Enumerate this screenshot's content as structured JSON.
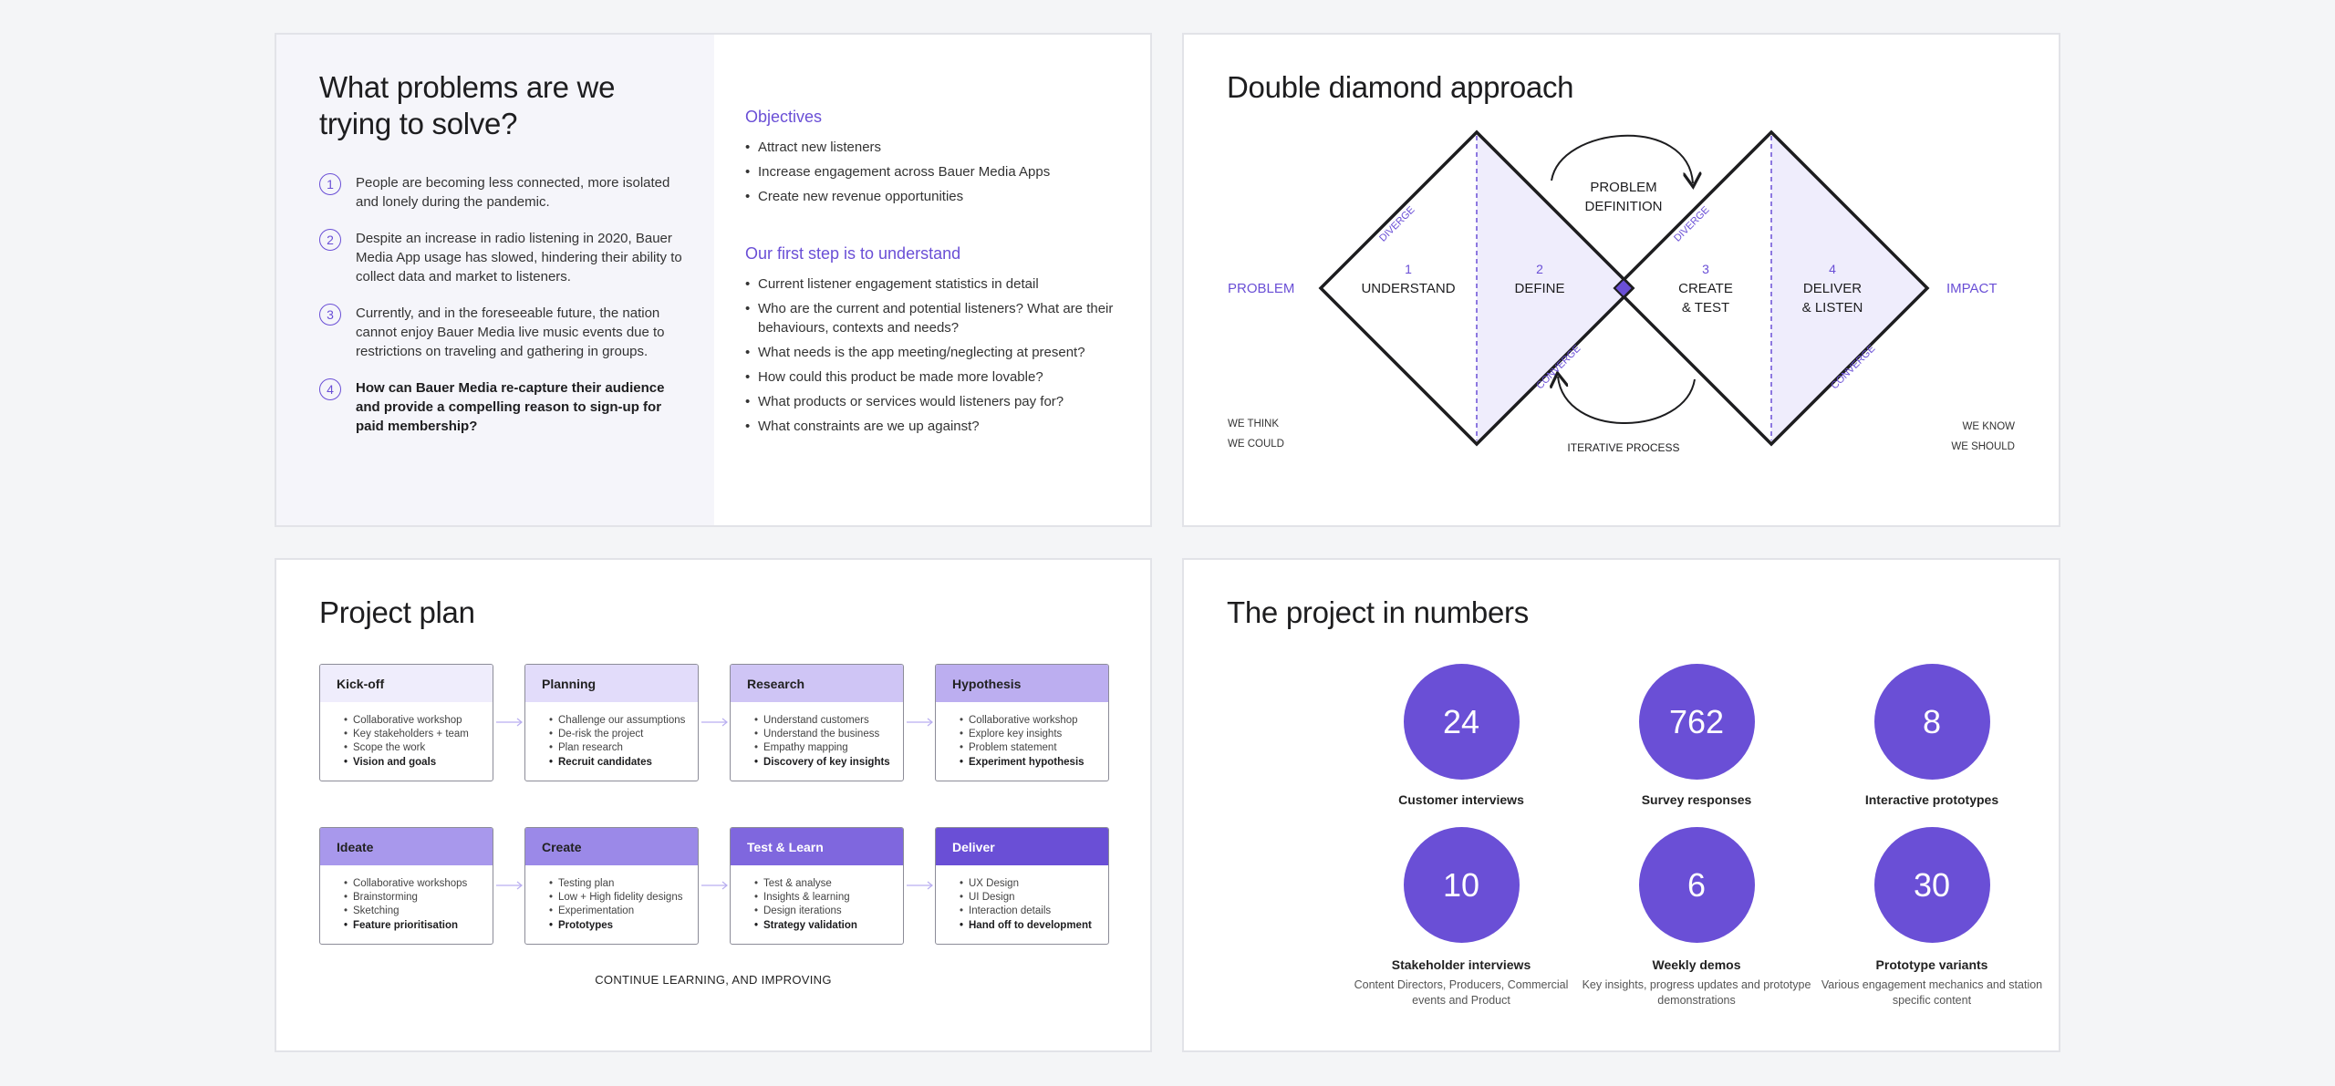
{
  "problems_card": {
    "title": "What problems are we trying to solve?",
    "items": [
      {
        "num": "1",
        "text": "People are becoming less connected, more isolated and lonely during the pandemic."
      },
      {
        "num": "2",
        "text": "Despite an increase in radio listening in 2020, Bauer Media App usage has slowed, hindering their ability to collect data and market to listeners."
      },
      {
        "num": "3",
        "text": "Currently, and in the foreseeable future, the nation cannot enjoy Bauer Media live music events due to restrictions on traveling and gathering in groups."
      },
      {
        "num": "4",
        "text": "How can Bauer Media re-capture their audience and provide a compelling reason to sign-up for paid membership?"
      }
    ],
    "objectives_title": "Objectives",
    "objectives": [
      "Attract new listeners",
      "Increase engagement across Bauer Media Apps",
      "Create new revenue opportunities"
    ],
    "first_step_title": "Our first step is to understand",
    "first_step": [
      "Current listener engagement statistics in detail",
      "Who are the current and potential listeners? What are their behaviours, contexts and needs?",
      "What needs is the app meeting/neglecting at present?",
      "How could this product be made more lovable?",
      "What products or services would listeners pay for?",
      "What constraints are we up against?"
    ]
  },
  "diamond_card": {
    "title": "Double diamond approach",
    "problem": "PROBLEM",
    "impact": "IMPACT",
    "we_think": "WE THINK",
    "we_could": "WE COULD",
    "we_know": "WE KNOW",
    "we_should": "WE SHOULD",
    "problem_definition_1": "PROBLEM",
    "problem_definition_2": "DEFINITION",
    "iterative_process": "ITERATIVE PROCESS",
    "diverge": "DIVERGE",
    "converge": "CONVERGE",
    "stages": [
      {
        "num": "1",
        "line1": "UNDERSTAND",
        "line2": ""
      },
      {
        "num": "2",
        "line1": "DEFINE",
        "line2": ""
      },
      {
        "num": "3",
        "line1": "CREATE",
        "line2": "& TEST"
      },
      {
        "num": "4",
        "line1": "DELIVER",
        "line2": "& LISTEN"
      }
    ],
    "colors": {
      "accent": "#6a4fd6",
      "fill": "#efedfc",
      "stroke": "#1d1d1f"
    }
  },
  "plan_card": {
    "title": "Project plan",
    "phases": [
      {
        "name": "Kick-off",
        "color": "#efedfc",
        "text_color": "#222222",
        "items": [
          "Collaborative workshop",
          "Key stakeholders + team",
          "Scope the work"
        ],
        "key": "Vision and goals"
      },
      {
        "name": "Planning",
        "color": "#e2dcfa",
        "text_color": "#222222",
        "items": [
          "Challenge our assumptions",
          "De-risk the project",
          "Plan research"
        ],
        "key": "Recruit candidates"
      },
      {
        "name": "Research",
        "color": "#cfc5f5",
        "text_color": "#222222",
        "items": [
          "Understand customers",
          "Understand the business",
          "Empathy mapping"
        ],
        "key": "Discovery of key insights"
      },
      {
        "name": "Hypothesis",
        "color": "#bcaef0",
        "text_color": "#222222",
        "items": [
          "Collaborative workshop",
          "Explore key insights",
          "Problem statement"
        ],
        "key": "Experiment hypothesis"
      },
      {
        "name": "Ideate",
        "color": "#a898ec",
        "text_color": "#222222",
        "items": [
          "Collaborative workshops",
          "Brainstorming",
          "Sketching"
        ],
        "key": "Feature prioritisation"
      },
      {
        "name": "Create",
        "color": "#9b89e8",
        "text_color": "#222222",
        "items": [
          "Testing plan",
          "Low + High fidelity designs",
          "Experimentation"
        ],
        "key": "Prototypes"
      },
      {
        "name": "Test & Learn",
        "color": "#7f67de",
        "text_color": "#ffffff",
        "items": [
          "Test & analyse",
          "Insights & learning",
          "Design iterations"
        ],
        "key": "Strategy validation"
      },
      {
        "name": "Deliver",
        "color": "#6a4fd6",
        "text_color": "#ffffff",
        "items": [
          "UX Design",
          "UI Design",
          "Interaction details"
        ],
        "key": "Hand off to development"
      }
    ],
    "footer": "CONTINUE LEARNING, AND IMPROVING"
  },
  "numbers_card": {
    "title": "The project in numbers",
    "stats": [
      {
        "value": "24",
        "label": "Customer interviews",
        "desc": ""
      },
      {
        "value": "762",
        "label": "Survey responses",
        "desc": ""
      },
      {
        "value": "8",
        "label": "Interactive prototypes",
        "desc": ""
      },
      {
        "value": "10",
        "label": "Stakeholder interviews",
        "desc": "Content Directors, Producers, Commercial events and Product"
      },
      {
        "value": "6",
        "label": "Weekly demos",
        "desc": "Key insights, progress updates and prototype demonstrations"
      },
      {
        "value": "30",
        "label": "Prototype variants",
        "desc": "Various engagement mechanics and station specific content"
      }
    ]
  }
}
